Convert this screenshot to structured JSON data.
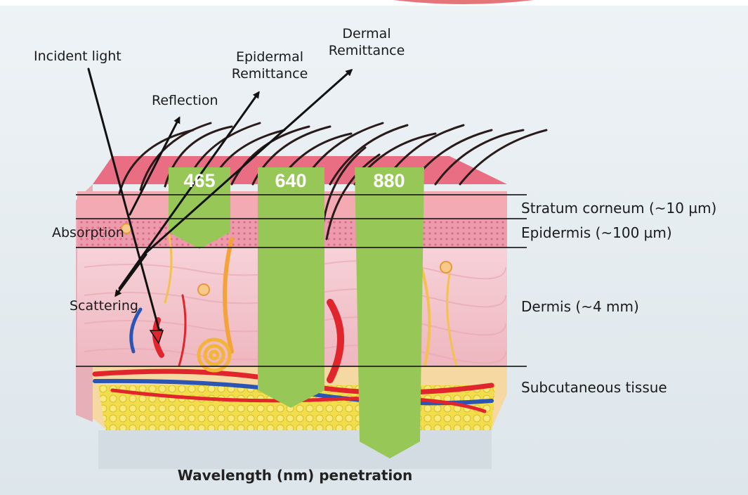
{
  "caption": "Wavelength (nm) penetration",
  "annotations": {
    "incident_light": "Incident light",
    "reflection": "Reflection",
    "epidermal_remittance": [
      "Epidermal",
      "Remittance"
    ],
    "dermal_remittance": [
      "Dermal",
      "Remittance"
    ],
    "absorption": "Absorption",
    "scattering": "Scattering"
  },
  "layers": [
    {
      "label": "Stratum corneum (~10 µm)"
    },
    {
      "label": "Epidermis (~100 µm)"
    },
    {
      "label": "Dermis (~4 mm)"
    },
    {
      "label": "Subcutaneous tissue"
    }
  ],
  "wavelength_bands": [
    {
      "label": "465",
      "reaches": "Epidermis"
    },
    {
      "label": "640",
      "reaches": "Subcutaneous tissue"
    },
    {
      "label": "880",
      "reaches": "below Subcutaneous tissue"
    }
  ],
  "colors": {
    "band_green": "#97c857",
    "background": "#e7eef2",
    "stratum": "#f1a3aa",
    "epidermis": "#f0a3b4",
    "dermis": "#f4c9d0",
    "fat": "#f2dd4c",
    "arrow": "#111111",
    "vessel_red": "#e0252c",
    "vessel_blue": "#2b55b5"
  }
}
